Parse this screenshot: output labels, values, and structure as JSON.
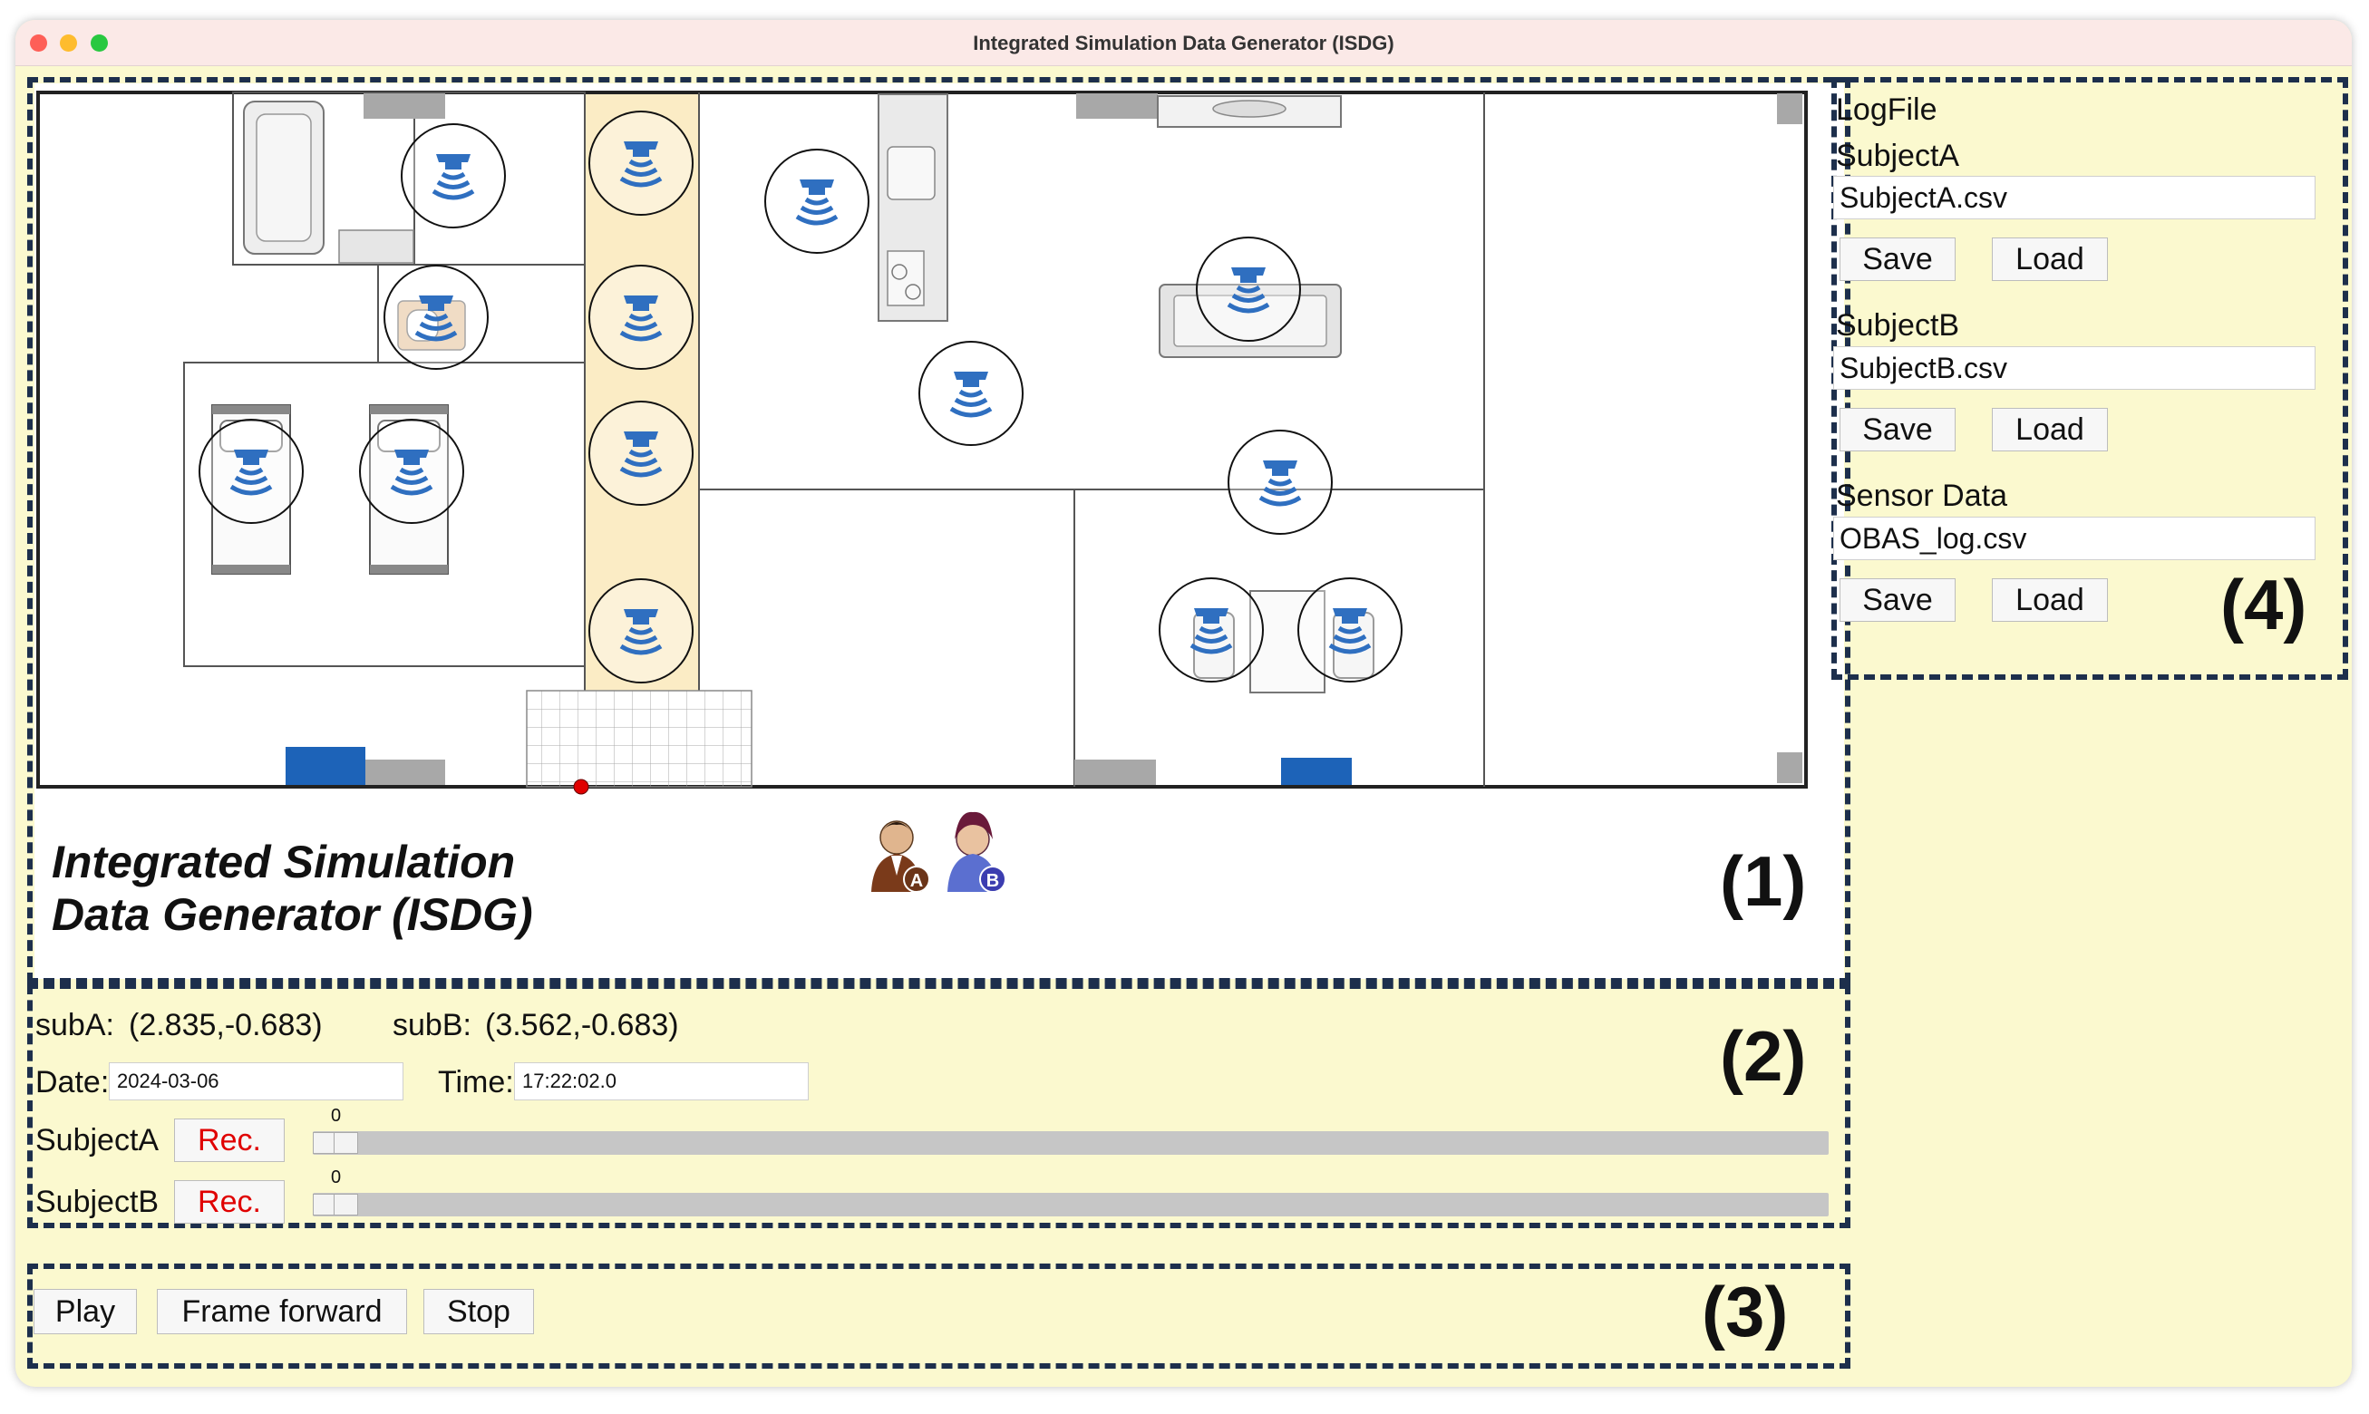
{
  "window": {
    "title": "Integrated Simulation Data Generator (ISDG)"
  },
  "simulation": {
    "title_line1": "Integrated Simulation",
    "title_line2": "Data Generator (ISDG)",
    "section_label": "(1)",
    "subject_a_badge": "A",
    "subject_b_badge": "B"
  },
  "status": {
    "section_label": "(2)",
    "sub_a_label": "subA:",
    "sub_a_coords": "(2.835,-0.683)",
    "sub_b_label": "subB:",
    "sub_b_coords": "(3.562,-0.683)",
    "date_label": "Date:",
    "date_value": "2024-03-06",
    "time_label": "Time:",
    "time_value": "17:22:02.0",
    "subject_a_label": "SubjectA",
    "subject_b_label": "SubjectB",
    "rec_label": "Rec.",
    "slider_a_value": "0",
    "slider_b_value": "0"
  },
  "playback": {
    "section_label": "(3)",
    "play_label": "Play",
    "frame_forward_label": "Frame forward",
    "stop_label": "Stop"
  },
  "logfile": {
    "section_label": "(4)",
    "heading": "LogFile",
    "subject_a_heading": "SubjectA",
    "subject_a_file": "SubjectA.csv",
    "subject_b_heading": "SubjectB",
    "subject_b_file": "SubjectB.csv",
    "sensor_heading": "Sensor Data",
    "sensor_file": "OBAS_log.csv",
    "save_label": "Save",
    "load_label": "Load"
  },
  "colors": {
    "window_bg": "#fbf9cf",
    "dash_border": "#1d2f4c",
    "sensor_blue": "#2f6fc0",
    "corridor": "#fbecc5",
    "rec_red": "#e00000"
  }
}
